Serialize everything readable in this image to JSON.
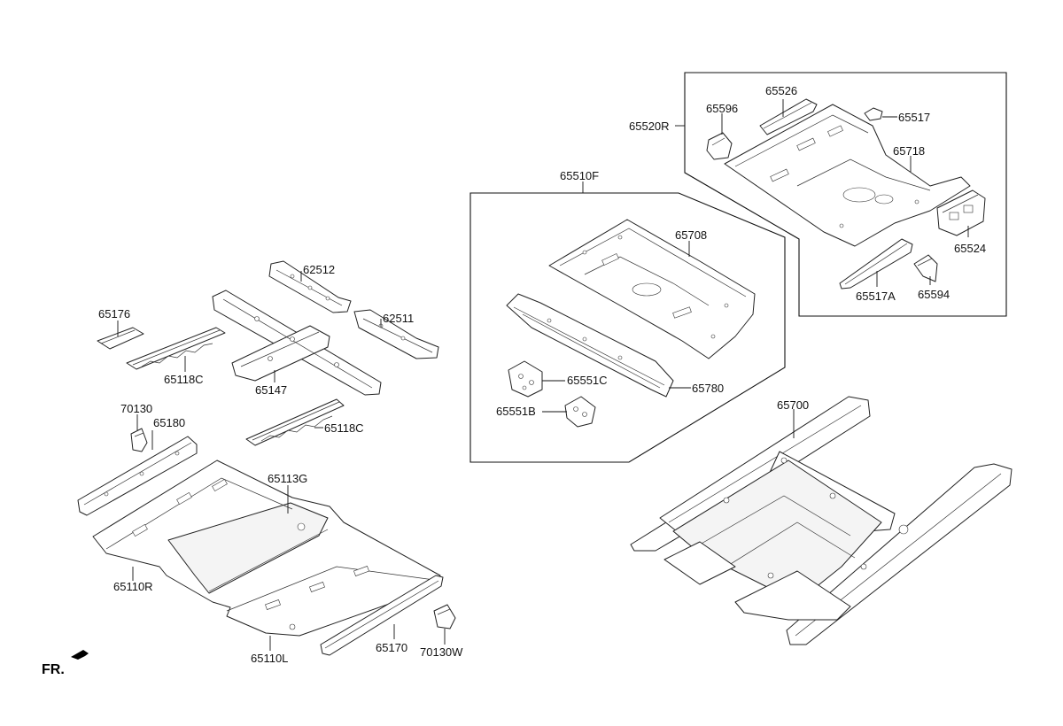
{
  "labels": {
    "p65176": "65176",
    "p65118C_a": "65118C",
    "p62512": "62512",
    "p62511": "62511",
    "p65147": "65147",
    "p65118C_b": "65118C",
    "p70130": "70130",
    "p65180": "65180",
    "p65113G": "65113G",
    "p65110R": "65110R",
    "p65110L": "65110L",
    "p65170": "65170",
    "p70130W": "70130W",
    "p65510F": "65510F",
    "p65708": "65708",
    "p65551C": "65551C",
    "p65551B": "65551B",
    "p65780": "65780",
    "p65520R": "65520R",
    "p65526": "65526",
    "p65596": "65596",
    "p65517": "65517",
    "p65718": "65718",
    "p65524": "65524",
    "p65517A": "65517A",
    "p65594": "65594",
    "p65700": "65700"
  },
  "front_marker": "FR."
}
